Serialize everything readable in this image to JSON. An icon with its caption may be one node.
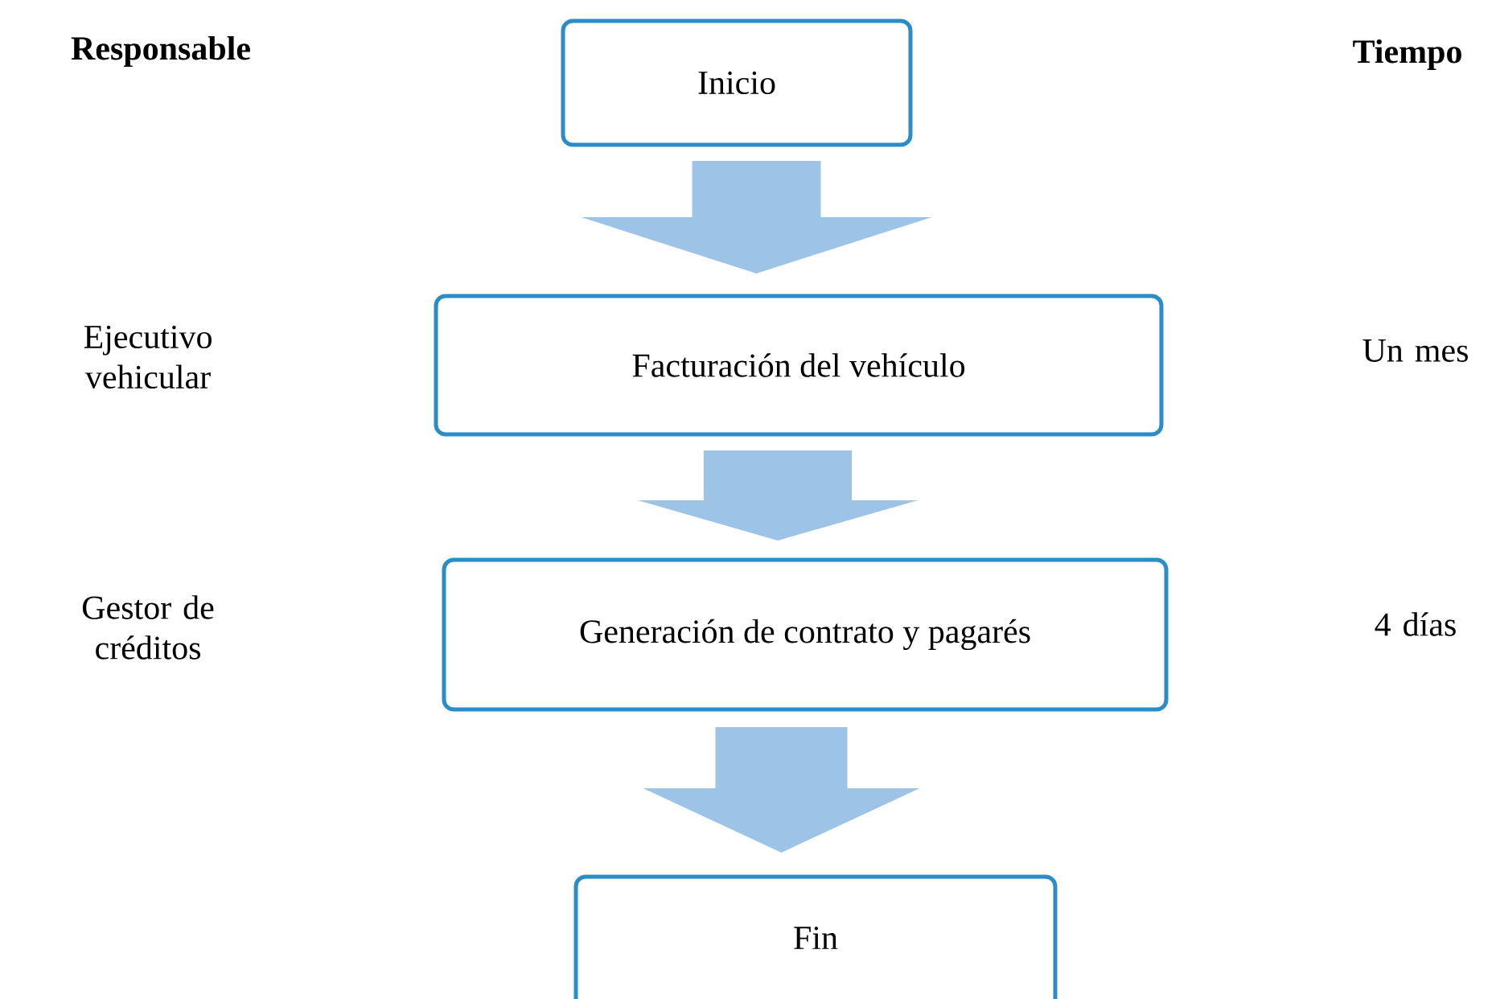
{
  "diagram": {
    "nodes": [
      {
        "text": [
          "Inicio"
        ]
      },
      {
        "text": [
          "Facturación del vehículo"
        ]
      },
      {
        "text": [
          "Generación de contrato y pagarés"
        ]
      },
      {
        "text": [
          "Fin"
        ]
      }
    ],
    "edges": [
      {
        "from": 0,
        "to": 1,
        "arrow": "to"
      },
      {
        "from": 1,
        "to": 2,
        "arrow": "to"
      },
      {
        "from": 2,
        "to": 3,
        "arrow": "to"
      }
    ],
    "labels": [
      "Responsable",
      "Tiempo",
      "Ejecutivo vehicular",
      "Un mes",
      "Gestor de créditos",
      "4 días"
    ]
  }
}
